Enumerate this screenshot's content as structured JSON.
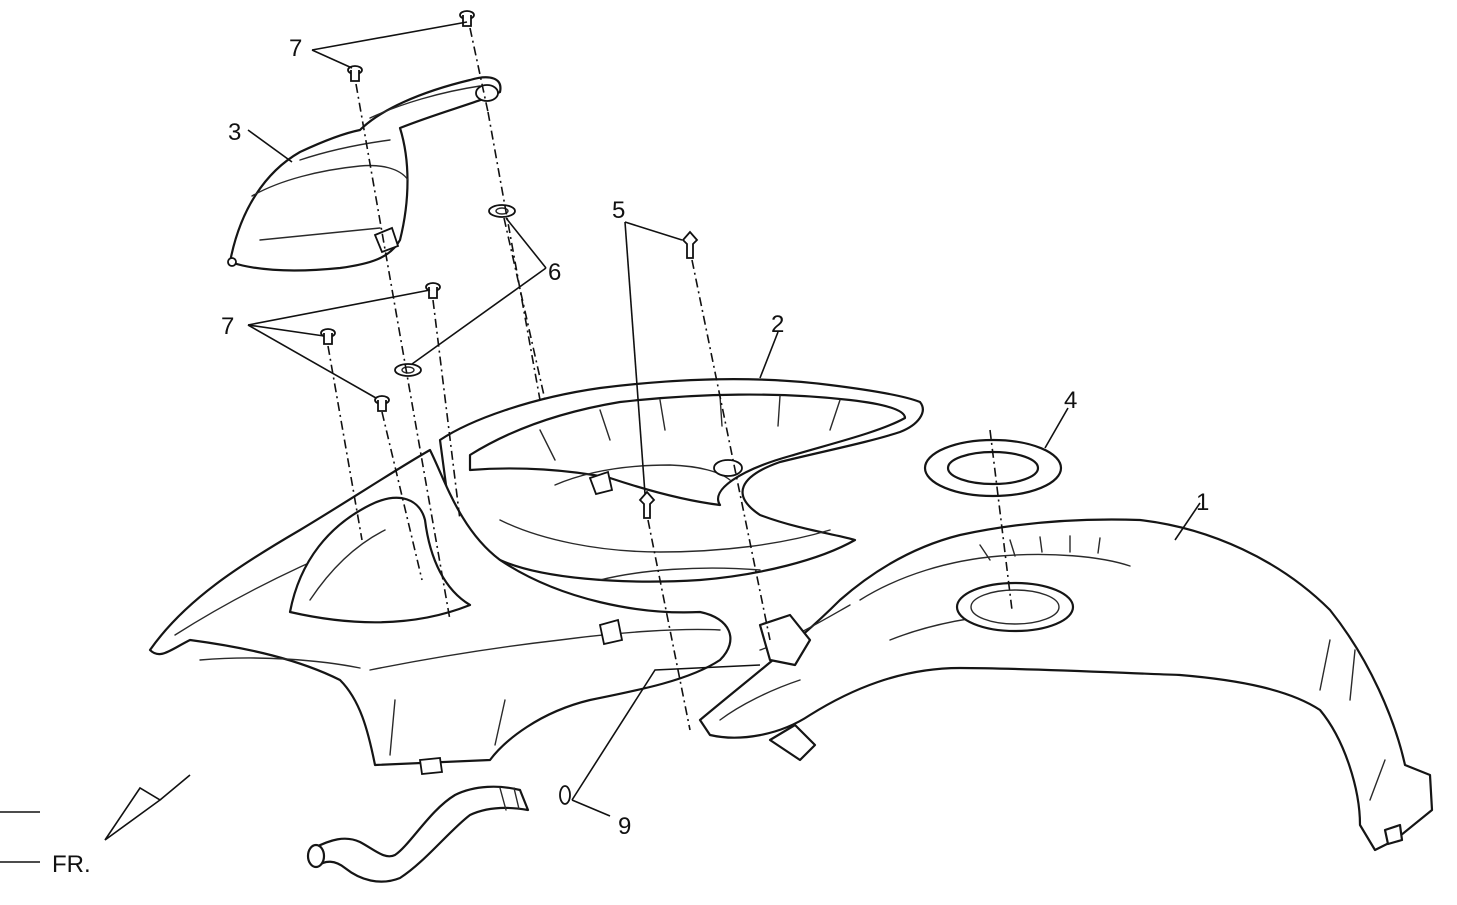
{
  "diagram": {
    "callouts": [
      {
        "id": "c1",
        "label": "1"
      },
      {
        "id": "c2",
        "label": "2"
      },
      {
        "id": "c3",
        "label": "3"
      },
      {
        "id": "c4",
        "label": "4"
      },
      {
        "id": "c5",
        "label": "5"
      },
      {
        "id": "c6",
        "label": "6"
      },
      {
        "id": "c7a",
        "label": "7"
      },
      {
        "id": "c7b",
        "label": "7"
      },
      {
        "id": "c9",
        "label": "9"
      }
    ],
    "direction_label": "FR."
  }
}
